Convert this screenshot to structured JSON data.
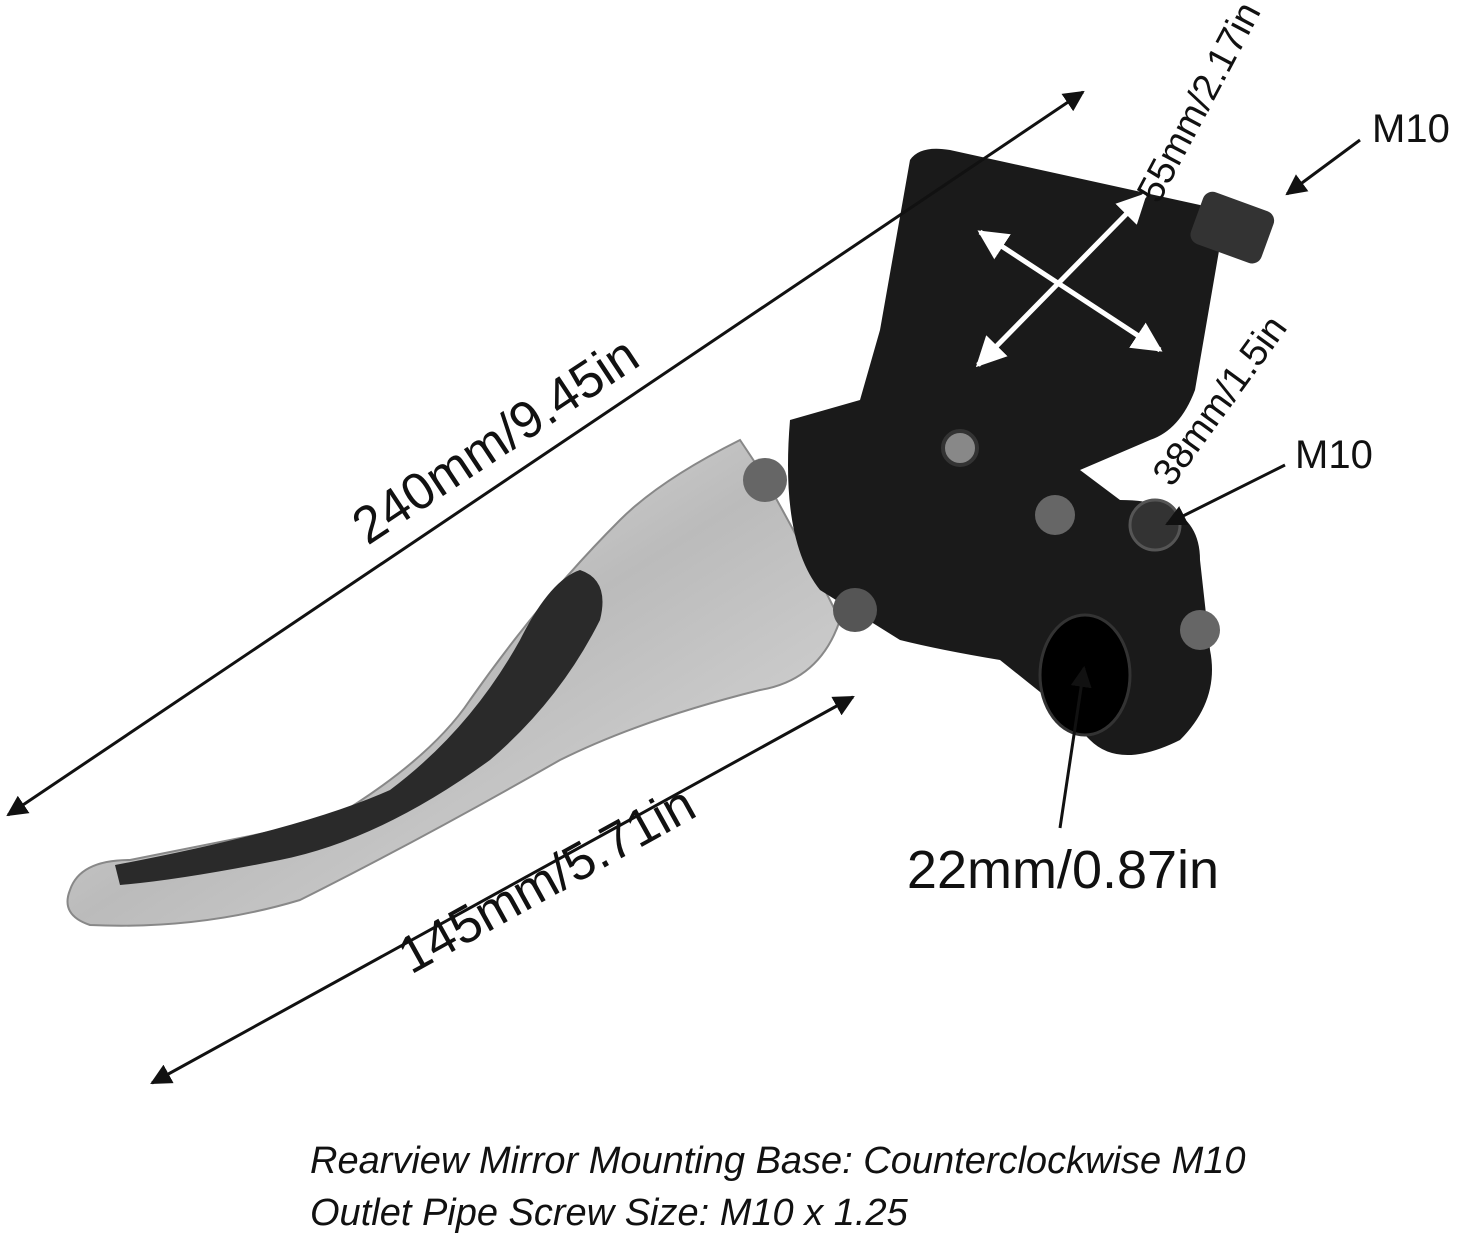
{
  "dimensions": {
    "overall_length": "240mm/9.45in",
    "lever_length": "145mm/5.71in",
    "reservoir_width": "55mm/2.17in",
    "reservoir_height": "38mm/1.5in",
    "handlebar_diameter": "22mm/0.87in",
    "outlet_thread": "M10",
    "mirror_thread": "M10"
  },
  "captions": {
    "line1": "Rearview Mirror Mounting Base: Counterclockwise M10",
    "line2": "Outlet Pipe Screw Size: M10 x 1.25"
  },
  "colors": {
    "body": "#1a1a1a",
    "lever": "#c8c8c8",
    "arrow": "#111111"
  }
}
